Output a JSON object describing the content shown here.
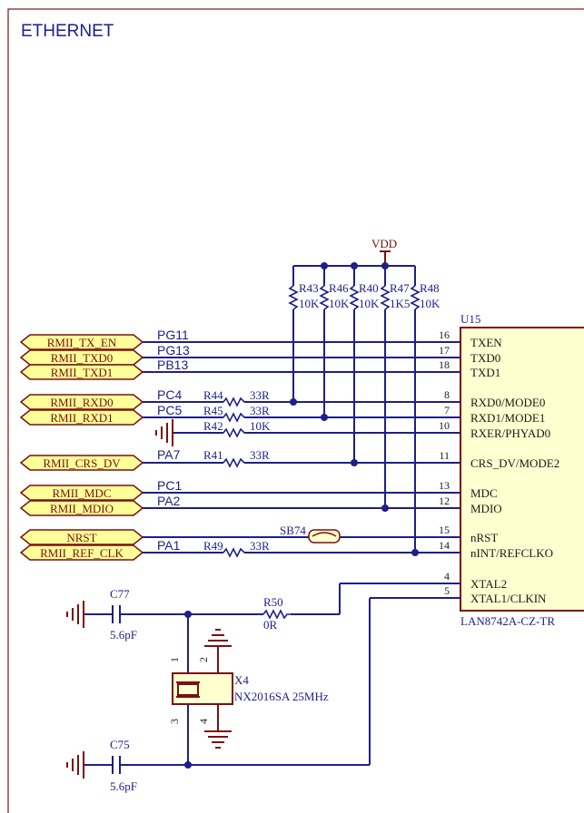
{
  "title": "ETHERNET",
  "power": {
    "vdd_label": "VDD"
  },
  "ports": [
    {
      "id": "rmii_tx_en",
      "label": "RMII_TX_EN",
      "net": "PG11"
    },
    {
      "id": "rmii_txd0",
      "label": "RMII_TXD0",
      "net": "PG13"
    },
    {
      "id": "rmii_txd1",
      "label": "RMII_TXD1",
      "net": "PB13"
    },
    {
      "id": "rmii_rxd0",
      "label": "RMII_RXD0",
      "net": "PC4"
    },
    {
      "id": "rmii_rxd1",
      "label": "RMII_RXD1",
      "net": "PC5"
    },
    {
      "id": "rmii_crs_dv",
      "label": "RMII_CRS_DV",
      "net": "PA7"
    },
    {
      "id": "rmii_mdc",
      "label": "RMII_MDC",
      "net": "PC1"
    },
    {
      "id": "rmii_mdio",
      "label": "RMII_MDIO",
      "net": "PA2"
    },
    {
      "id": "nrst",
      "label": "NRST",
      "net": ""
    },
    {
      "id": "rmii_ref_clk",
      "label": "RMII_REF_CLK",
      "net": "PA1"
    }
  ],
  "pullups": [
    {
      "ref": "R43",
      "value": "10K"
    },
    {
      "ref": "R46",
      "value": "10K"
    },
    {
      "ref": "R40",
      "value": "10K"
    },
    {
      "ref": "R47",
      "value": "1K5"
    },
    {
      "ref": "R48",
      "value": "10K"
    }
  ],
  "series_resistors": [
    {
      "ref": "R44",
      "value": "33R"
    },
    {
      "ref": "R45",
      "value": "33R"
    },
    {
      "ref": "R42",
      "value": "10K"
    },
    {
      "ref": "R41",
      "value": "33R"
    },
    {
      "ref": "R49",
      "value": "33R"
    },
    {
      "ref": "R50",
      "value": "0R"
    }
  ],
  "solder_bridge": {
    "ref": "SB74"
  },
  "ic": {
    "ref": "U15",
    "part": "LAN8742A-CZ-TR",
    "pins": [
      {
        "num": "16",
        "name": "TXEN"
      },
      {
        "num": "17",
        "name": "TXD0"
      },
      {
        "num": "18",
        "name": "TXD1"
      },
      {
        "num": "8",
        "name": "RXD0/MODE0"
      },
      {
        "num": "7",
        "name": "RXD1/MODE1"
      },
      {
        "num": "10",
        "name": "RXER/PHYAD0"
      },
      {
        "num": "11",
        "name": "CRS_DV/MODE2"
      },
      {
        "num": "13",
        "name": "MDC"
      },
      {
        "num": "12",
        "name": "MDIO"
      },
      {
        "num": "15",
        "name": "nRST"
      },
      {
        "num": "14",
        "name": "nINT/REFCLKO"
      },
      {
        "num": "4",
        "name": "XTAL2"
      },
      {
        "num": "5",
        "name": "XTAL1/CLKIN"
      }
    ]
  },
  "capacitors": [
    {
      "ref": "C77",
      "value": "5.6pF"
    },
    {
      "ref": "C75",
      "value": "5.6pF"
    }
  ],
  "crystal": {
    "ref": "X4",
    "part": "NX2016SA 25MHz",
    "pins": [
      "1",
      "2",
      "3",
      "4"
    ]
  },
  "colors": {
    "wire": "#1e1e8c",
    "component": "#7a1010",
    "port_fill": "#ffff99",
    "ic_fill": "#ffffd0",
    "frame": "#7a1010"
  }
}
